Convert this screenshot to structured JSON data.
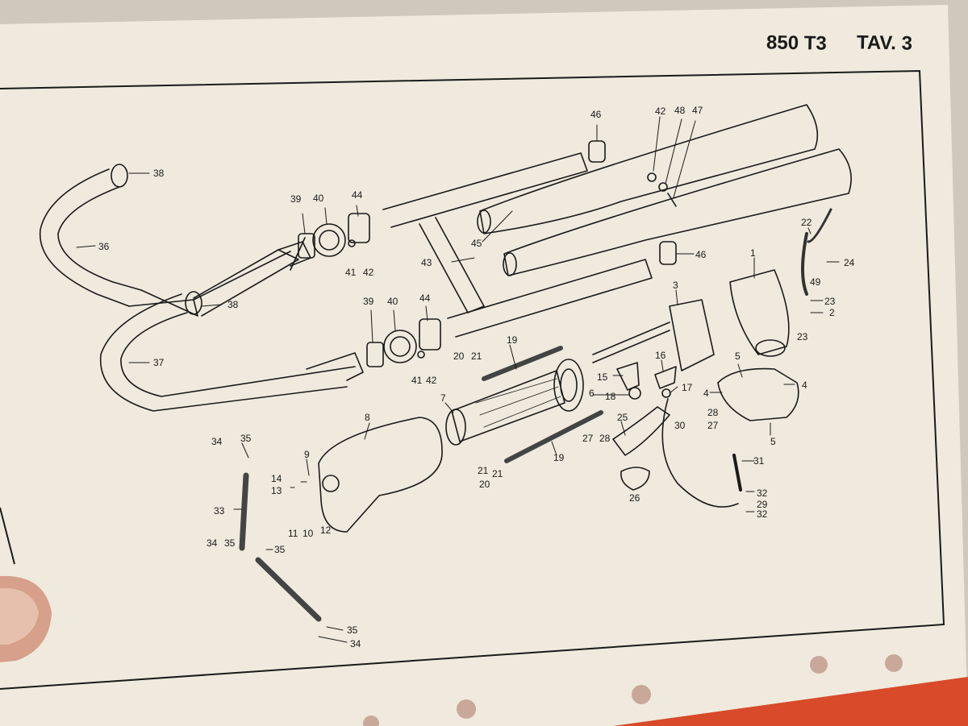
{
  "sheet": {
    "model": "850 T3",
    "plate": "TAV. 3"
  },
  "colors": {
    "paper": "#efeadd",
    "ink": "#1a1a1a",
    "wall": "#cfc8bd"
  },
  "callouts": [
    "1",
    "2",
    "3",
    "4",
    "4",
    "5",
    "5",
    "6",
    "7",
    "8",
    "9",
    "10",
    "11",
    "12",
    "13",
    "14",
    "15",
    "16",
    "17",
    "18",
    "19",
    "19",
    "20",
    "20",
    "21",
    "21",
    "21",
    "22",
    "23",
    "23",
    "24",
    "25",
    "26",
    "27",
    "27",
    "28",
    "28",
    "29",
    "30",
    "31",
    "32",
    "32",
    "33",
    "34",
    "34",
    "34",
    "35",
    "35",
    "35",
    "35",
    "36",
    "37",
    "38",
    "38",
    "39",
    "39",
    "40",
    "40",
    "41",
    "41",
    "42",
    "42",
    "42",
    "43",
    "44",
    "44",
    "45",
    "46",
    "46",
    "47",
    "48",
    "49"
  ]
}
